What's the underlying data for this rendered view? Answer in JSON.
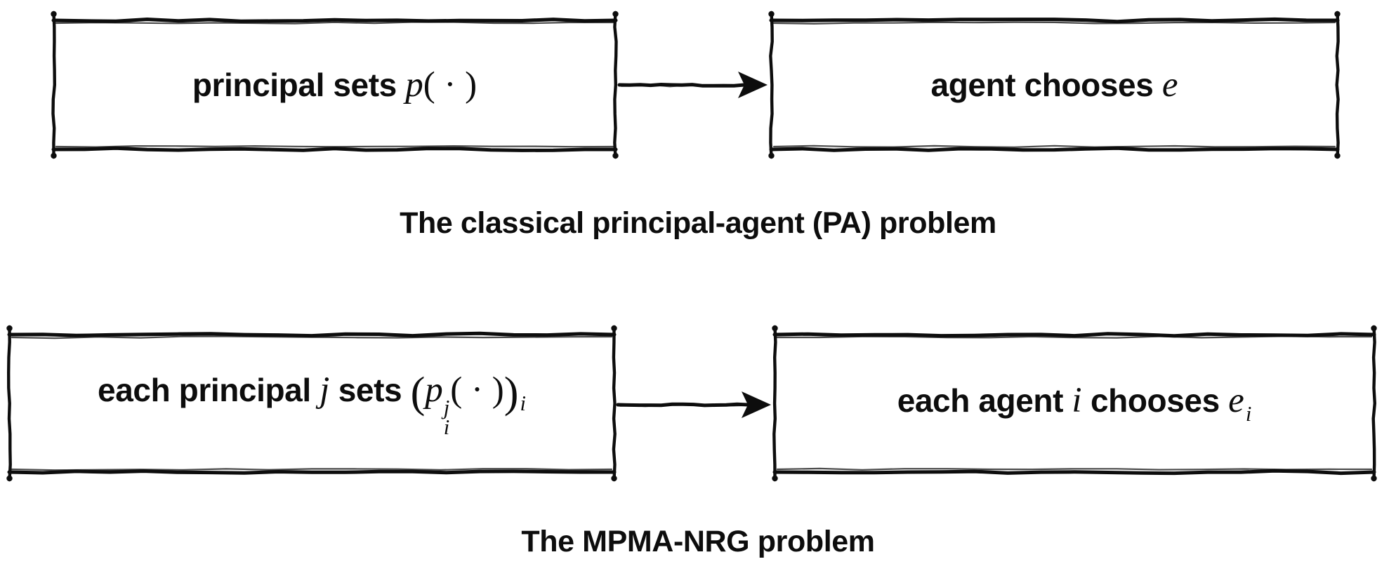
{
  "colors": {
    "ink": "#0d0d0d",
    "background": "#ffffff"
  },
  "captions": {
    "pa": "The classical principal-agent (PA) problem",
    "mpma": "The MPMA-NRG problem"
  },
  "boxes": {
    "pa_principal": {
      "words": "principal sets",
      "var": "p",
      "args": "( · )"
    },
    "pa_agent": {
      "words": "agent chooses",
      "var": "e"
    },
    "mpma_principal": {
      "words1": "each principal",
      "var1": "j",
      "words2": "sets",
      "outer_open": "(",
      "base": "p",
      "sup": "j",
      "sub": "i",
      "args": "( · )",
      "outer_close": ")",
      "outer_sub": "i"
    },
    "mpma_agent": {
      "words1": "each agent",
      "var1": "i",
      "words2": "chooses",
      "base": "e",
      "sub": "i"
    }
  }
}
